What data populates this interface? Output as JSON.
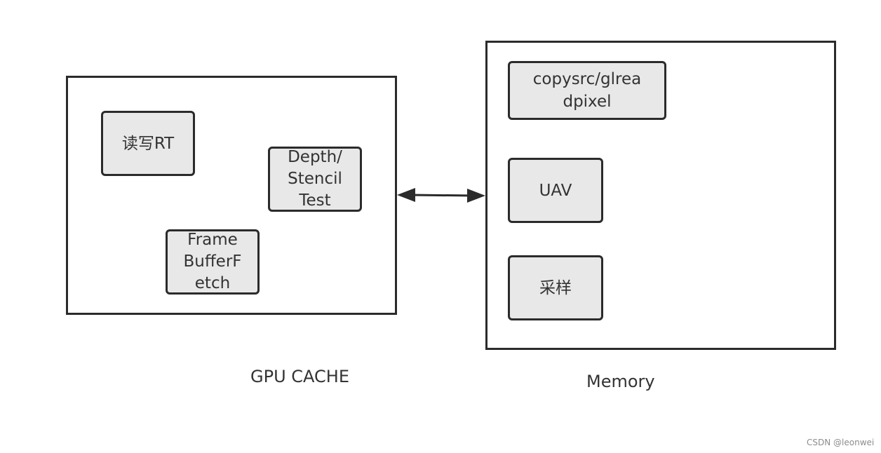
{
  "gpu_cache": {
    "caption": "GPU CACHE",
    "nodes": {
      "rw_rt": "读写RT",
      "depth_stencil": "Depth/\nStencil\nTest",
      "framebuffer_fetch": "Frame\nBufferF\netch"
    }
  },
  "memory": {
    "caption": "Memory",
    "nodes": {
      "copysrc": "copysrc/glrea\ndpixel",
      "uav": "UAV",
      "sampling": "采样"
    }
  },
  "edges": [
    {
      "from": "gpu_cache",
      "to": "memory",
      "direction": "bidirectional"
    }
  ],
  "watermark": "CSDN @leonwei",
  "colors": {
    "stroke": "#2b2b2b",
    "node_fill": "#e8e8e8",
    "text": "#333333"
  }
}
